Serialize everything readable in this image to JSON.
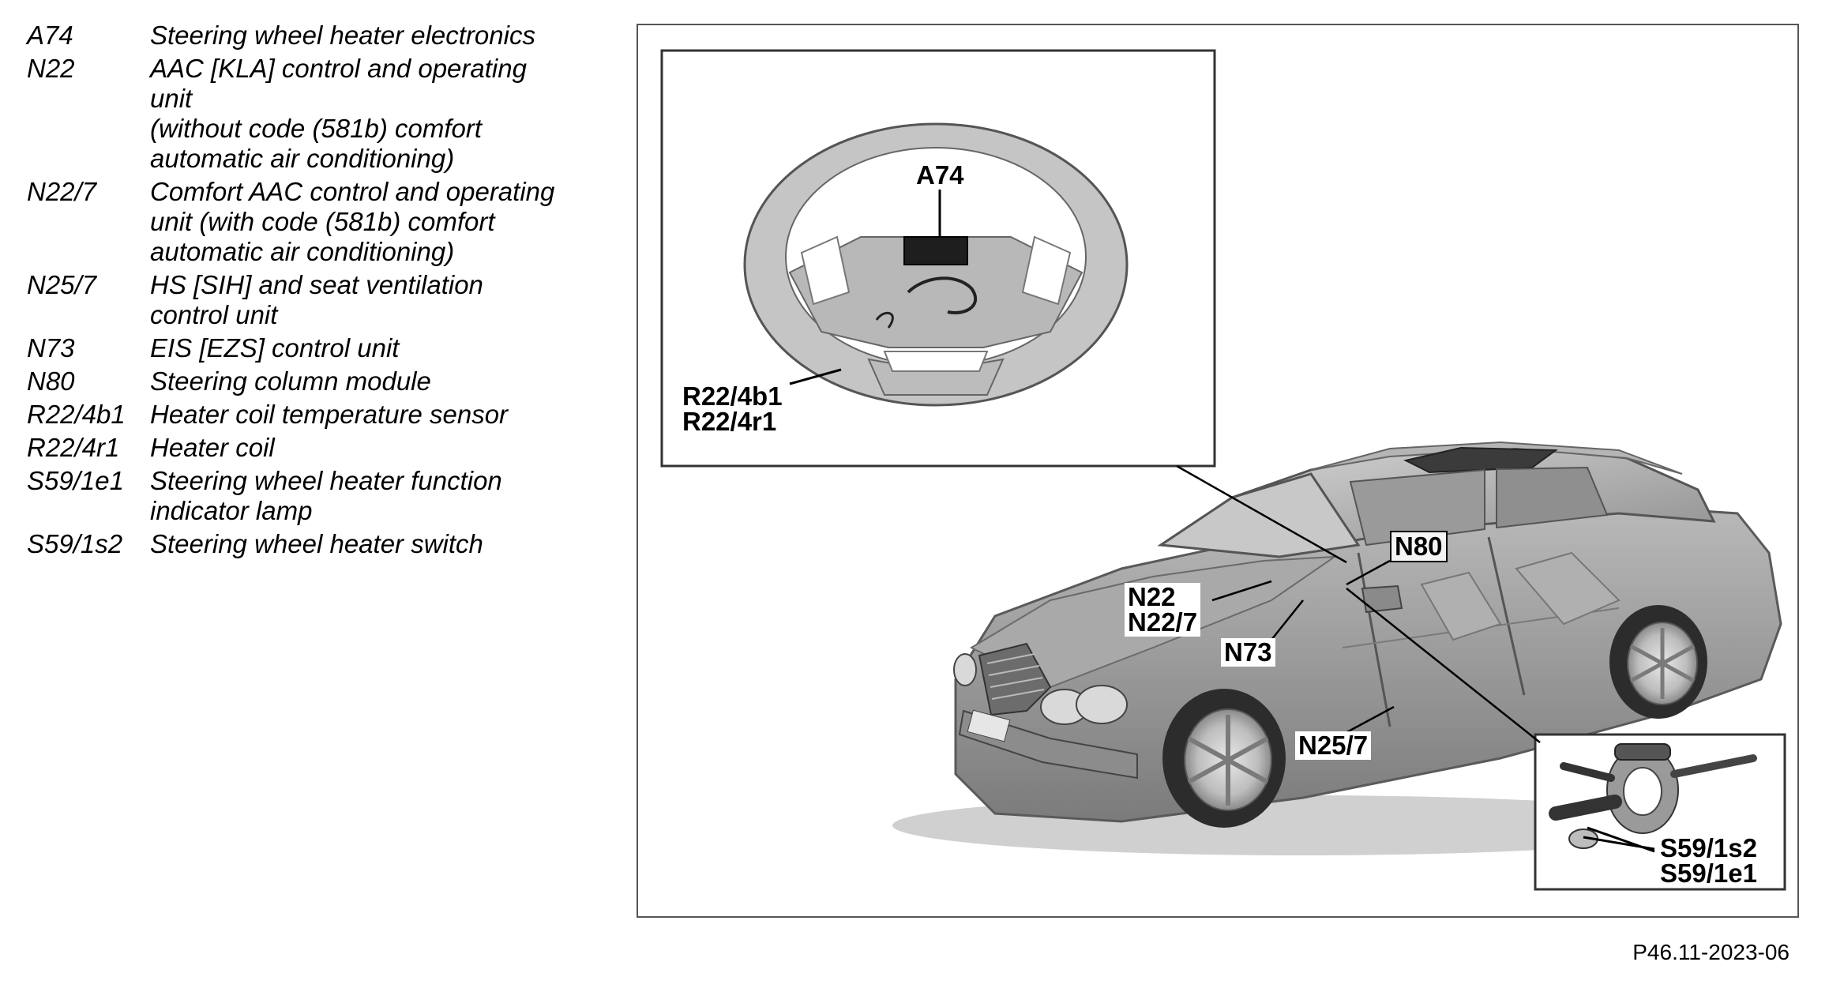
{
  "legend": [
    {
      "code": "A74",
      "desc": "Steering wheel heater electronics"
    },
    {
      "code": "N22",
      "desc": "AAC [KLA] control and operating\nunit\n(without code (581b) comfort\nautomatic air conditioning)"
    },
    {
      "code": "N22/7",
      "desc": "Comfort AAC control and operating\nunit (with code (581b) comfort\nautomatic air conditioning)"
    },
    {
      "code": "N25/7",
      "desc": "HS [SIH] and seat ventilation\ncontrol unit"
    },
    {
      "code": "N73",
      "desc": "EIS [EZS] control unit"
    },
    {
      "code": "N80",
      "desc": "Steering column module"
    },
    {
      "code": "R22/4b1",
      "desc": "Heater coil temperature sensor"
    },
    {
      "code": "R22/4r1",
      "desc": "Heater coil"
    },
    {
      "code": "S59/1e1",
      "desc": "Steering wheel heater function\nindicator lamp"
    },
    {
      "code": "S59/1s2",
      "desc": "Steering wheel heater switch"
    }
  ],
  "callouts": {
    "a74": "A74",
    "r22_4b1": "R22/4b1",
    "r22_4r1": "R22/4r1",
    "n80": "N80",
    "n22": "N22",
    "n22_7": "N22/7",
    "n73": "N73",
    "n25_7": "N25/7",
    "s59_1s2": "S59/1s2",
    "s59_1e1": "S59/1e1"
  },
  "figure_id": "P46.11-2023-06"
}
